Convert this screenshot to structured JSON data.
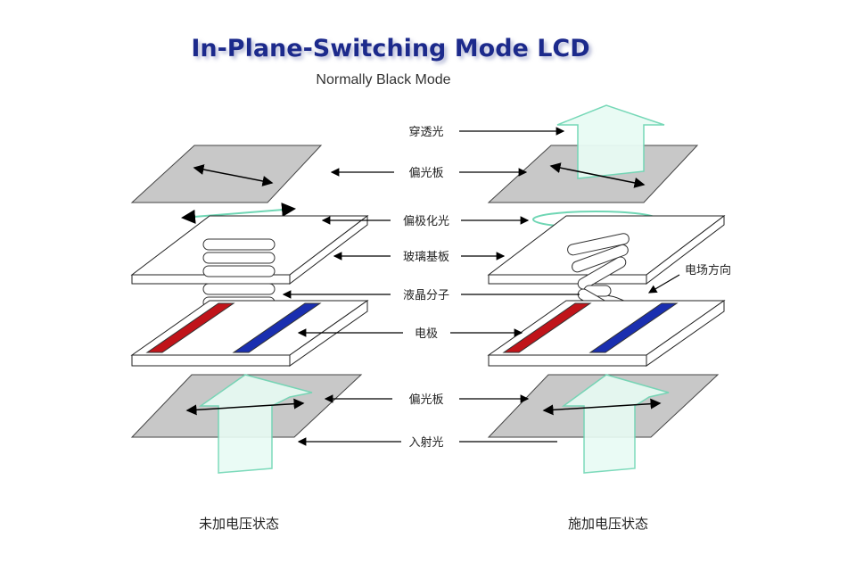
{
  "title": "In-Plane-Switching Mode LCD",
  "subtitle": "Normally Black Mode",
  "labels": {
    "transmitted_light": "穿透光",
    "polarizer_top": "偏光板",
    "polarized_light": "偏极化光",
    "glass_substrate": "玻璃基板",
    "lc_molecule": "液晶分子",
    "electrode": "电极",
    "polarizer_bottom": "偏光板",
    "incident_light": "入射光",
    "field_direction": "电场方向"
  },
  "states": {
    "off": "未加电压状态",
    "on": "施加电压状态"
  },
  "colors": {
    "title": "#1f2a8c",
    "polarizer": "#c8c8c8",
    "light": "#6fd6b4",
    "electrode_left": "#c0141a",
    "electrode_right": "#1a2fb0"
  }
}
